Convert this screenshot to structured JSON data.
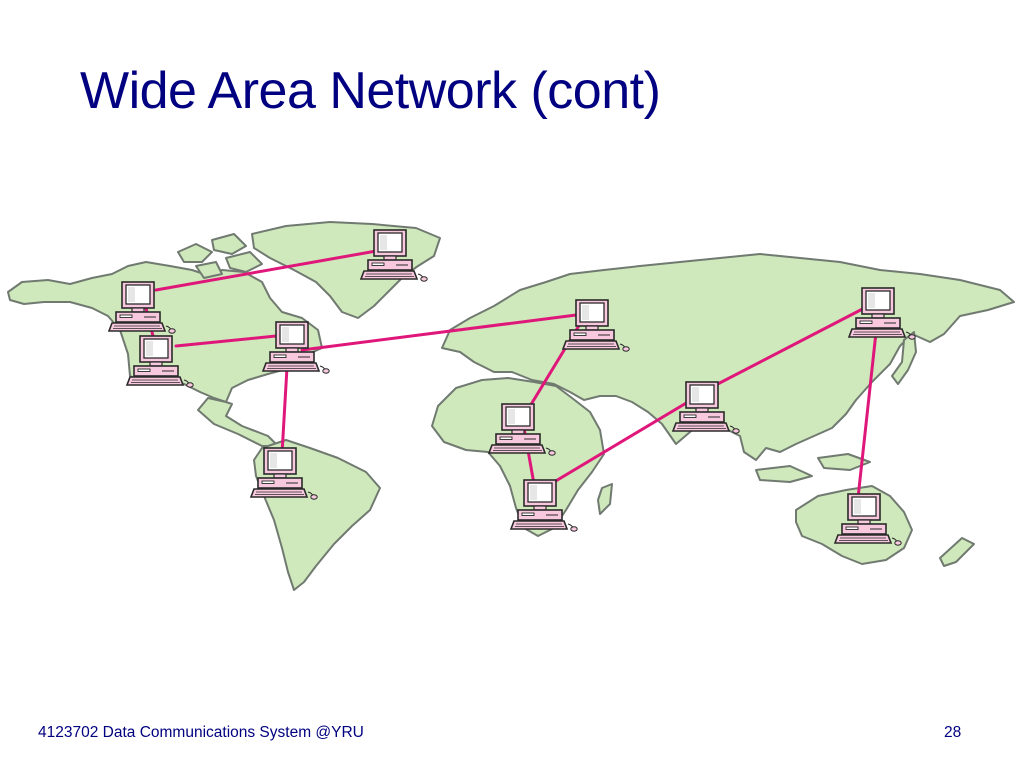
{
  "slide": {
    "title": "Wide Area Network (cont)",
    "footer": "4123702 Data Communications System @YRU",
    "page_number": "28"
  },
  "colors": {
    "title": "#000080",
    "land": "#cfe8bc",
    "land_stroke": "#707a70",
    "link": "#e0177a",
    "computer_body": "#f8c8de",
    "computer_stroke": "#2a2a2a"
  },
  "diagram": {
    "nodes": [
      {
        "id": "greenland",
        "icon": "computer-icon"
      },
      {
        "id": "canada",
        "icon": "computer-icon"
      },
      {
        "id": "usa-west",
        "icon": "computer-icon"
      },
      {
        "id": "usa-east",
        "icon": "computer-icon"
      },
      {
        "id": "south-america",
        "icon": "computer-icon"
      },
      {
        "id": "europe",
        "icon": "computer-icon"
      },
      {
        "id": "central-africa",
        "icon": "computer-icon"
      },
      {
        "id": "southern-africa",
        "icon": "computer-icon"
      },
      {
        "id": "south-asia",
        "icon": "computer-icon"
      },
      {
        "id": "east-asia",
        "icon": "computer-icon"
      },
      {
        "id": "australia",
        "icon": "computer-icon"
      }
    ],
    "links": [
      {
        "from": "canada",
        "to": "greenland"
      },
      {
        "from": "canada",
        "to": "usa-west"
      },
      {
        "from": "usa-west",
        "to": "usa-east"
      },
      {
        "from": "usa-east",
        "to": "europe"
      },
      {
        "from": "usa-east",
        "to": "south-america"
      },
      {
        "from": "europe",
        "to": "central-africa"
      },
      {
        "from": "central-africa",
        "to": "southern-africa"
      },
      {
        "from": "southern-africa",
        "to": "south-asia"
      },
      {
        "from": "south-asia",
        "to": "east-asia"
      },
      {
        "from": "east-asia",
        "to": "australia"
      }
    ]
  }
}
